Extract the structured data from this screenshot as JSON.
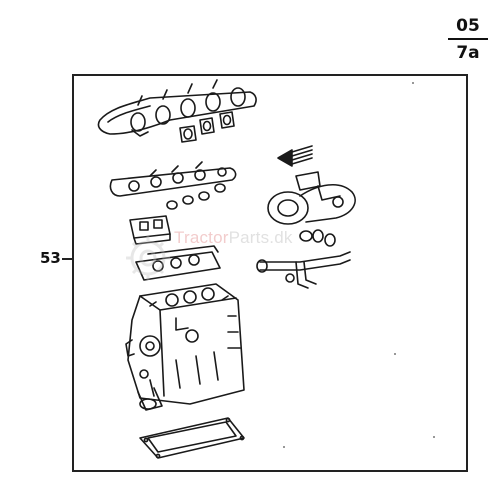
{
  "page_code": {
    "top": "05",
    "bottom": "7a"
  },
  "callout": {
    "label": "53"
  },
  "watermark": {
    "brand_red": "Tractor",
    "brand_grey": "Parts.dk"
  }
}
